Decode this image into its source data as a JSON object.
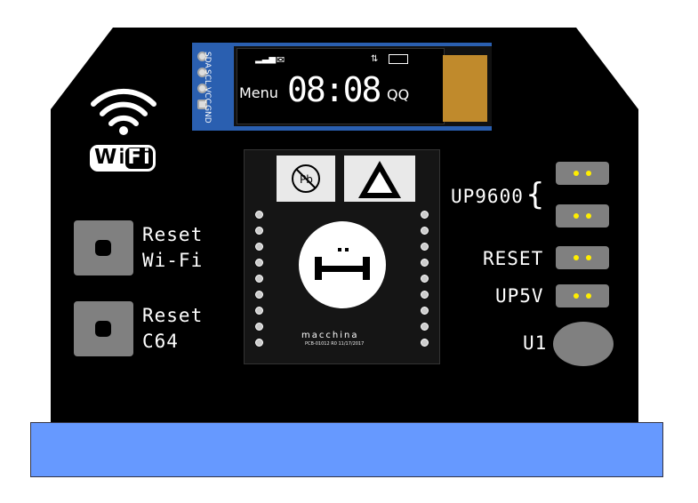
{
  "oled": {
    "pins": [
      "GND",
      "VCC",
      "SCL",
      "SDA"
    ],
    "menu_label": "Menu",
    "time": "08:08",
    "status_text": "QQ"
  },
  "wifi_logo": {
    "text": "WiFi"
  },
  "buttons": {
    "reset_wifi": {
      "line1": "Reset",
      "line2": "Wi-Fi"
    },
    "reset_c64": {
      "line1": "Reset",
      "line2": "C64"
    }
  },
  "module": {
    "brand": "macchina",
    "pcb_text": "PCB-01012 R0  11/17/2017"
  },
  "jumpers": {
    "up9600_label": "UP9600",
    "reset_label": "RESET",
    "up5v_label": "UP5V",
    "u1_label": "U1"
  },
  "colors": {
    "board": "#000000",
    "bottom_bar": "#6699ff",
    "control_gray": "#808080",
    "pin_yellow": "#ffee00",
    "oled_pcb": "#2a5fb0"
  }
}
